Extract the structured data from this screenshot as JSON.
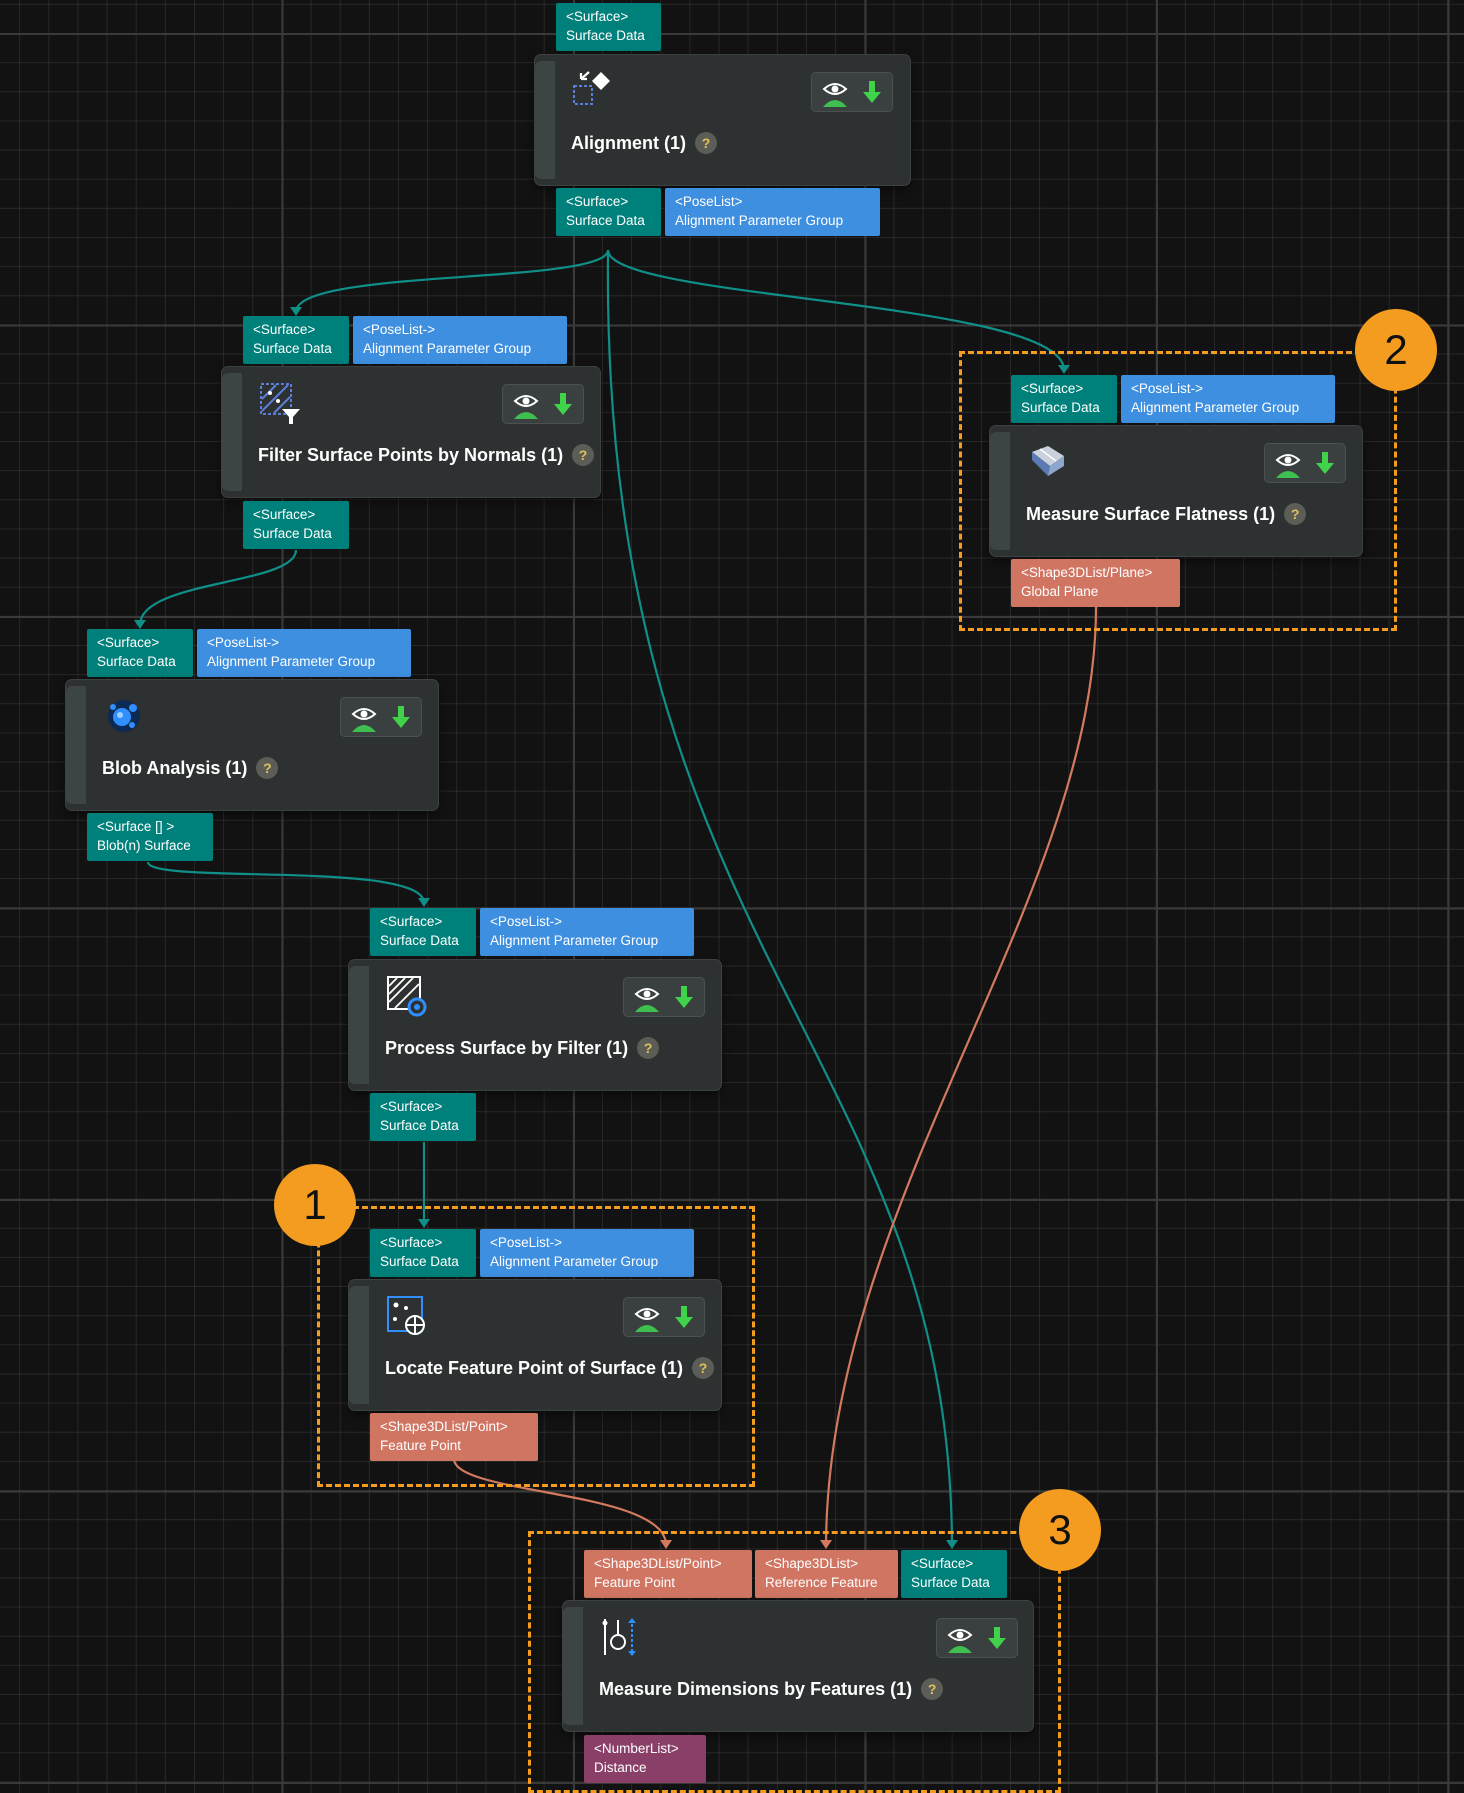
{
  "nodes": {
    "alignment": {
      "title": "Alignment (1)",
      "help": "?",
      "inputs": [
        {
          "type": "<Surface>",
          "name": "Surface Data"
        }
      ],
      "outputs": [
        {
          "type": "<Surface>",
          "name": "Surface Data"
        },
        {
          "type": "<PoseList>",
          "name": "Alignment Parameter Group"
        }
      ]
    },
    "filter_normals": {
      "title": "Filter Surface Points by Normals (1)",
      "help": "?",
      "inputs": [
        {
          "type": "<Surface>",
          "name": "Surface Data"
        },
        {
          "type": "<PoseList->",
          "name": "Alignment Parameter Group"
        }
      ],
      "outputs": [
        {
          "type": "<Surface>",
          "name": "Surface Data"
        }
      ]
    },
    "blob": {
      "title": "Blob Analysis (1)",
      "help": "?",
      "inputs": [
        {
          "type": "<Surface>",
          "name": "Surface Data"
        },
        {
          "type": "<PoseList->",
          "name": "Alignment Parameter Group"
        }
      ],
      "outputs": [
        {
          "type": "<Surface [] >",
          "name": "Blob(n) Surface"
        }
      ]
    },
    "process_filter": {
      "title": "Process Surface by Filter (1)",
      "help": "?",
      "inputs": [
        {
          "type": "<Surface>",
          "name": "Surface Data"
        },
        {
          "type": "<PoseList->",
          "name": "Alignment Parameter Group"
        }
      ],
      "outputs": [
        {
          "type": "<Surface>",
          "name": "Surface Data"
        }
      ]
    },
    "locate_point": {
      "title": "Locate Feature Point of Surface (1)",
      "help": "?",
      "inputs": [
        {
          "type": "<Surface>",
          "name": "Surface Data"
        },
        {
          "type": "<PoseList->",
          "name": "Alignment Parameter Group"
        }
      ],
      "outputs": [
        {
          "type": "<Shape3DList/Point>",
          "name": "Feature Point"
        }
      ]
    },
    "flatness": {
      "title": "Measure Surface Flatness (1)",
      "help": "?",
      "inputs": [
        {
          "type": "<Surface>",
          "name": "Surface Data"
        },
        {
          "type": "<PoseList->",
          "name": "Alignment Parameter Group"
        }
      ],
      "outputs": [
        {
          "type": "<Shape3DList/Plane>",
          "name": "Global Plane"
        }
      ]
    },
    "dimensions": {
      "title": "Measure Dimensions by Features (1)",
      "help": "?",
      "inputs": [
        {
          "type": "<Shape3DList/Point>",
          "name": "Feature Point"
        },
        {
          "type": "<Shape3DList>",
          "name": "Reference Feature"
        },
        {
          "type": "<Surface>",
          "name": "Surface Data"
        }
      ],
      "outputs": [
        {
          "type": "<NumberList>",
          "name": "Distance"
        }
      ]
    }
  },
  "callouts": [
    "1",
    "2",
    "3"
  ],
  "colors": {
    "background": "#121212",
    "node": "#2d3131",
    "surface_port": "#00807a",
    "pose_port": "#3e8fe0",
    "shape_port": "#d17563",
    "number_port": "#8a3f68",
    "highlight": "#f39c1f",
    "surface_wire": "#0f8f88",
    "shape_wire": "#d27a5e"
  },
  "icons": [
    "eye-visibility-icon",
    "download-arrow-icon",
    "help-icon"
  ]
}
